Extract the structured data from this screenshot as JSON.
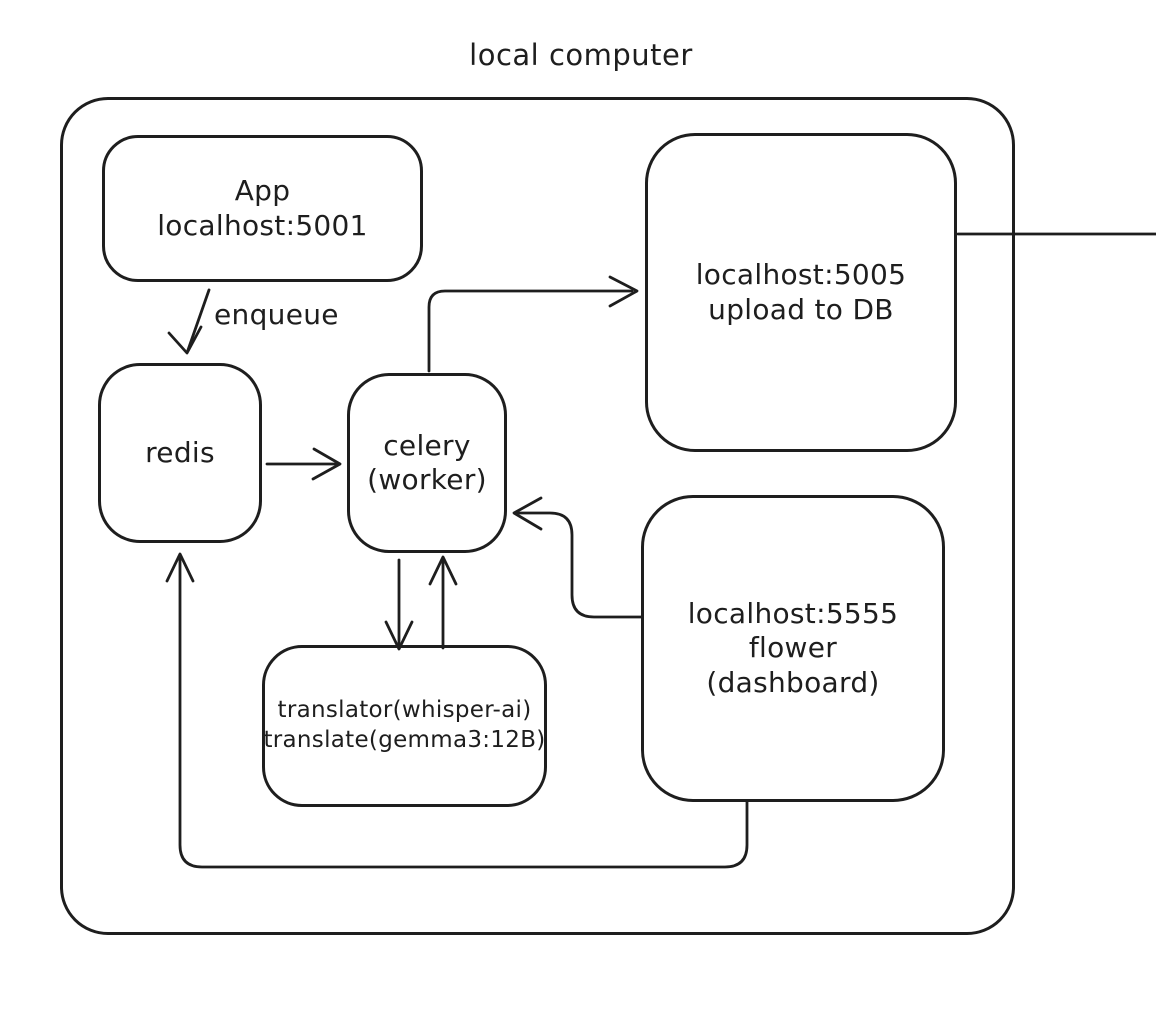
{
  "diagram_title": "local computer",
  "colors": {
    "stroke": "#1e1e1e",
    "background": "#ffffff"
  },
  "boxes": {
    "app": {
      "lines": [
        "App",
        "localhost:5001"
      ]
    },
    "redis": {
      "lines": [
        "redis"
      ]
    },
    "celery": {
      "lines": [
        "celery",
        "(worker)"
      ]
    },
    "translator": {
      "lines": [
        "translator(whisper-ai)",
        "translate(gemma3:12B)"
      ]
    },
    "upload": {
      "lines": [
        "localhost:5005",
        "upload to DB"
      ]
    },
    "flower": {
      "lines": [
        "localhost:5555",
        "flower",
        "(dashboard)"
      ]
    }
  },
  "edges": [
    {
      "from": "App localhost:5001",
      "to": "redis",
      "label": "enqueue"
    },
    {
      "from": "redis",
      "to": "celery (worker)",
      "label": ""
    },
    {
      "from": "celery (worker)",
      "to": "localhost:5005 upload to DB",
      "label": ""
    },
    {
      "from": "celery (worker)",
      "to": "translator(whisper-ai) translate(gemma3:12B)",
      "label": ""
    },
    {
      "from": "translator(whisper-ai) translate(gemma3:12B)",
      "to": "celery (worker)",
      "label": ""
    },
    {
      "from": "localhost:5555 flower (dashboard)",
      "to": "celery (worker)",
      "label": ""
    },
    {
      "from": "localhost:5555 flower (dashboard)",
      "to": "redis",
      "label": ""
    },
    {
      "from": "localhost:5005 upload to DB",
      "to": "off-canvas-right",
      "label": ""
    }
  ]
}
